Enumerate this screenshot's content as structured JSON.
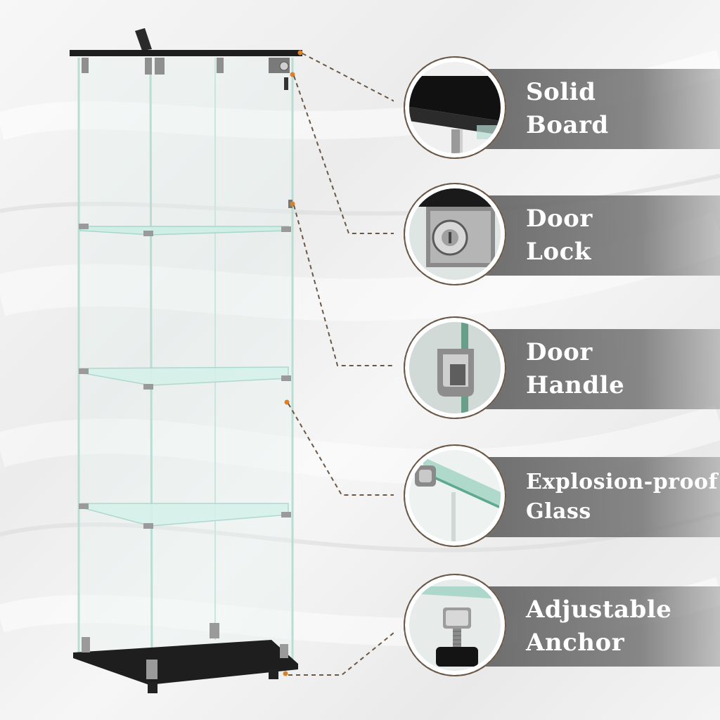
{
  "features": [
    {
      "key": "solid-board",
      "lines": [
        "Solid",
        "Board"
      ],
      "icon": "solid-board-closeup"
    },
    {
      "key": "door-lock",
      "lines": [
        "Door",
        "Lock"
      ],
      "icon": "door-lock-closeup"
    },
    {
      "key": "door-handle",
      "lines": [
        "Door",
        "Handle"
      ],
      "icon": "door-handle-closeup"
    },
    {
      "key": "explosion-proof-glass",
      "lines": [
        "Explosion-proof",
        "Glass"
      ],
      "icon": "glass-shelf-closeup"
    },
    {
      "key": "adjustable-anchor",
      "lines": [
        "Adjustable",
        "Anchor"
      ],
      "icon": "anchor-foot-closeup"
    }
  ],
  "colors": {
    "band": "#6b6b6b",
    "board": "#1e1e1e",
    "glass": "#bfe6dc",
    "dash": "#6b5847",
    "dot": "#d9822b"
  }
}
